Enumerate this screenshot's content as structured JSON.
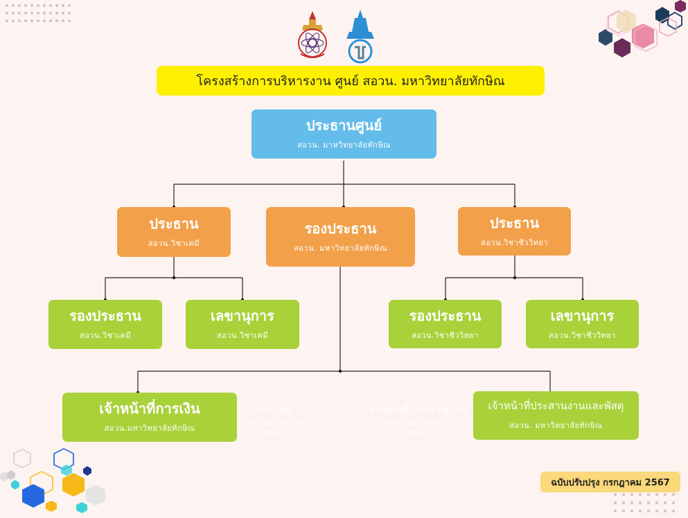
{
  "title": "โครงสร้างการบริหารงาน ศูนย์ สอวน. มหาวิทยาลัยทักษิณ",
  "logos": {
    "left": "seal-logo",
    "right": "university-logo"
  },
  "chart": {
    "president": {
      "title": "ประธานศูนย์",
      "subtitle": "สอวน. มาหวิทยาลัยทักษิณ"
    },
    "left_chair": {
      "title": "ประธาน",
      "subtitle": "สอวน.วิชาเคมี"
    },
    "vice_president": {
      "title": "รองประธาน",
      "subtitle": "สอวน. มหาวิทยาลัยทักษิณ"
    },
    "right_chair": {
      "title": "ประธาน",
      "subtitle": "สอวน.วิชาชีววิทยา"
    },
    "chem_vice": {
      "title": "รองประธาน",
      "subtitle": "สอวน.วิชาเคมี"
    },
    "chem_secretary": {
      "title": "เลขานุการ",
      "subtitle": "สอวน.วิชาเคมี"
    },
    "bio_vice": {
      "title": "รองประธาน",
      "subtitle": "สอวน.วิชาชีววิทยา"
    },
    "bio_secretary": {
      "title": "เลขานุการ",
      "subtitle": "สอวน.วิชาชีววิทยา"
    },
    "finance_officer": {
      "title": "เจ้าหน้าที่การเงิน",
      "subtitle": "สอวน.มหาวิทยาลัยทักษิณ"
    },
    "ghost_finance": {
      "title": "การเงิน",
      "line1": "สอวน. มหาวิทยาลัย",
      "line2": "ทักษิณ"
    },
    "ghost_coordinator": {
      "title": "เจ้าหน้าที่ประสานงาน",
      "line1": "สอวน. มหาวิทยาลัย",
      "line2": "ทักษิณ"
    },
    "coordinator": {
      "title": "เจ้าหน้าที่ประสานงานและพัสดุ",
      "subtitle": "สอวน. มหาวิทยาลัยทักษิณ"
    }
  },
  "version": "ฉบับปรับปรุง กรกฎาคม 2567",
  "colors": {
    "background": "#fdf4f2",
    "title_banner": "#fff000",
    "blue": "#64bcea",
    "orange": "#f2a049",
    "green": "#a8d13a",
    "version_badge": "#fbd97a"
  }
}
